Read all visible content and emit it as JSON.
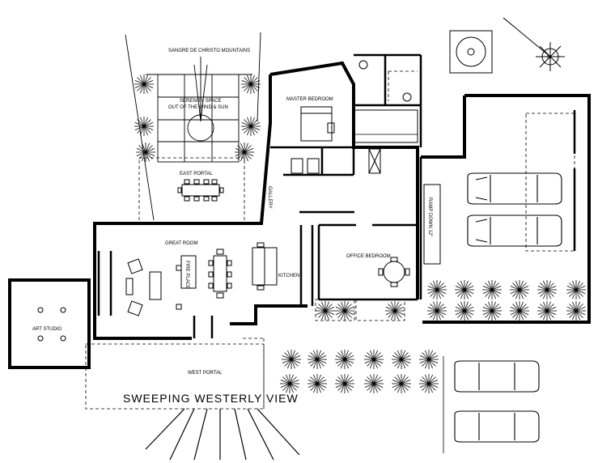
{
  "labels": {
    "sangre": "SANGRE DE CHRISTO MOUNTAINS",
    "serenity_1": "SERENITY SPACE",
    "serenity_2": "OUT OF THE WIND & SUN",
    "master": "MASTER BEDROOM",
    "east_portal": "EAST PORTAL",
    "gallery": "GALLERY",
    "great_room": "GREAT ROOM",
    "fireplace": "FIRE PLACE",
    "kitchen": "KITCHEN",
    "office": "OFFICE BEDROOM",
    "art_studio": "ART STUDIO",
    "west_portal": "WEST PORTAL",
    "ramp": "RAMP DOWN 12\"",
    "view": "SWEEPING WESTERLY VIEW"
  },
  "colors": {
    "line": "#000000",
    "paper": "#ffffff"
  }
}
